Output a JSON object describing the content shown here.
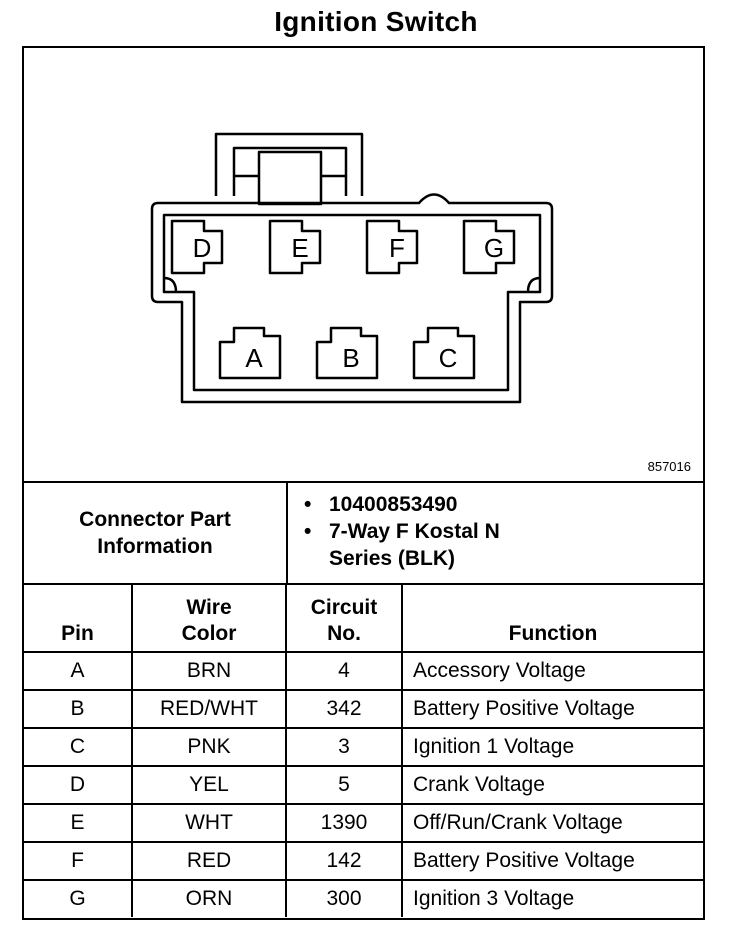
{
  "title": "Ignition Switch",
  "figure_number": "857016",
  "connector": {
    "pins_top": [
      "D",
      "E",
      "F",
      "G"
    ],
    "pins_bottom": [
      "A",
      "B",
      "C"
    ]
  },
  "connector_info": {
    "label_line1": "Connector Part",
    "label_line2": "Information",
    "items": [
      {
        "line1": "10400853490",
        "line2": ""
      },
      {
        "line1": "7-Way F Kostal N",
        "line2": "Series (BLK)"
      }
    ]
  },
  "table": {
    "headers": {
      "pin": "Pin",
      "wire_color_1": "Wire",
      "wire_color_2": "Color",
      "circuit_1": "Circuit",
      "circuit_2": "No.",
      "function": "Function"
    },
    "rows": [
      {
        "pin": "A",
        "wire": "BRN",
        "circuit": "4",
        "function": "Accessory Voltage"
      },
      {
        "pin": "B",
        "wire": "RED/WHT",
        "circuit": "342",
        "function": "Battery Positive Voltage"
      },
      {
        "pin": "C",
        "wire": "PNK",
        "circuit": "3",
        "function": "Ignition 1 Voltage"
      },
      {
        "pin": "D",
        "wire": "YEL",
        "circuit": "5",
        "function": "Crank Voltage"
      },
      {
        "pin": "E",
        "wire": "WHT",
        "circuit": "1390",
        "function": "Off/Run/Crank Voltage"
      },
      {
        "pin": "F",
        "wire": "RED",
        "circuit": "142",
        "function": "Battery Positive Voltage"
      },
      {
        "pin": "G",
        "wire": "ORN",
        "circuit": "300",
        "function": "Ignition 3 Voltage"
      }
    ]
  }
}
